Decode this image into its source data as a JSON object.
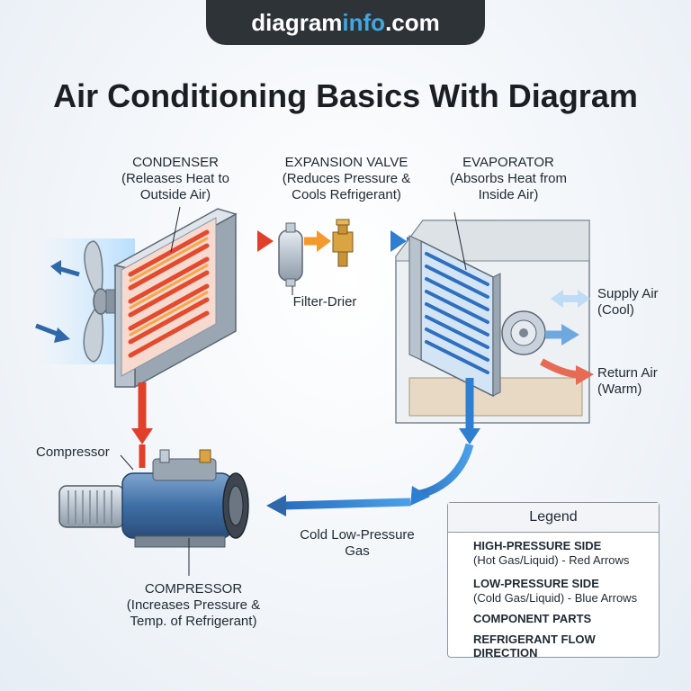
{
  "banner": {
    "site_prefix": "diagram",
    "site_highlight": "info",
    "site_suffix": ".com"
  },
  "title": "Air Conditioning Basics With Diagram",
  "labels": {
    "condenser": [
      "CONDENSER",
      "(Releases Heat to",
      "Outside Air)"
    ],
    "expansion_valve": [
      "EXPANSION VALVE",
      "(Reduces Pressure &",
      "Cools Refrigerant)"
    ],
    "evaporator": [
      "EVAPORATOR",
      "(Absorbs Heat from",
      "Inside Air)"
    ],
    "filter_drier": "Filter-Drier",
    "supply_air": [
      "Supply Air",
      "(Cool)"
    ],
    "return_air": [
      "Return Air",
      "(Warm)"
    ],
    "compressor_small": "Compressor",
    "compressor": [
      "COMPRESSOR",
      "(Increases Pressure &",
      "Temp. of Refrigerant)"
    ],
    "cold_gas": [
      "Cold Low-Pressure",
      "Gas"
    ]
  },
  "legend": {
    "title": "Legend",
    "items": [
      {
        "main": "HIGH-PRESSURE SIDE",
        "sub": "(Hot Gas/Liquid) - Red Arrows",
        "color": "#e0402a"
      },
      {
        "main": "LOW-PRESSURE SIDE",
        "sub": "(Cold Gas/Liquid) - Blue Arrows",
        "color": "#2f7fd0"
      },
      {
        "main": "COMPONENT PARTS",
        "sub": "",
        "color": "#c9d2dc"
      },
      {
        "main": "REFRIGERANT FLOW DIRECTION",
        "sub": "",
        "icon": "flow-arrow-icon"
      }
    ]
  },
  "colors": {
    "high_pressure": "#e0402a",
    "low_pressure": "#2f7fd0",
    "orange": "#f29a2e",
    "banner_bg": "#2e3338",
    "banner_highlight": "#3ea8e0"
  }
}
